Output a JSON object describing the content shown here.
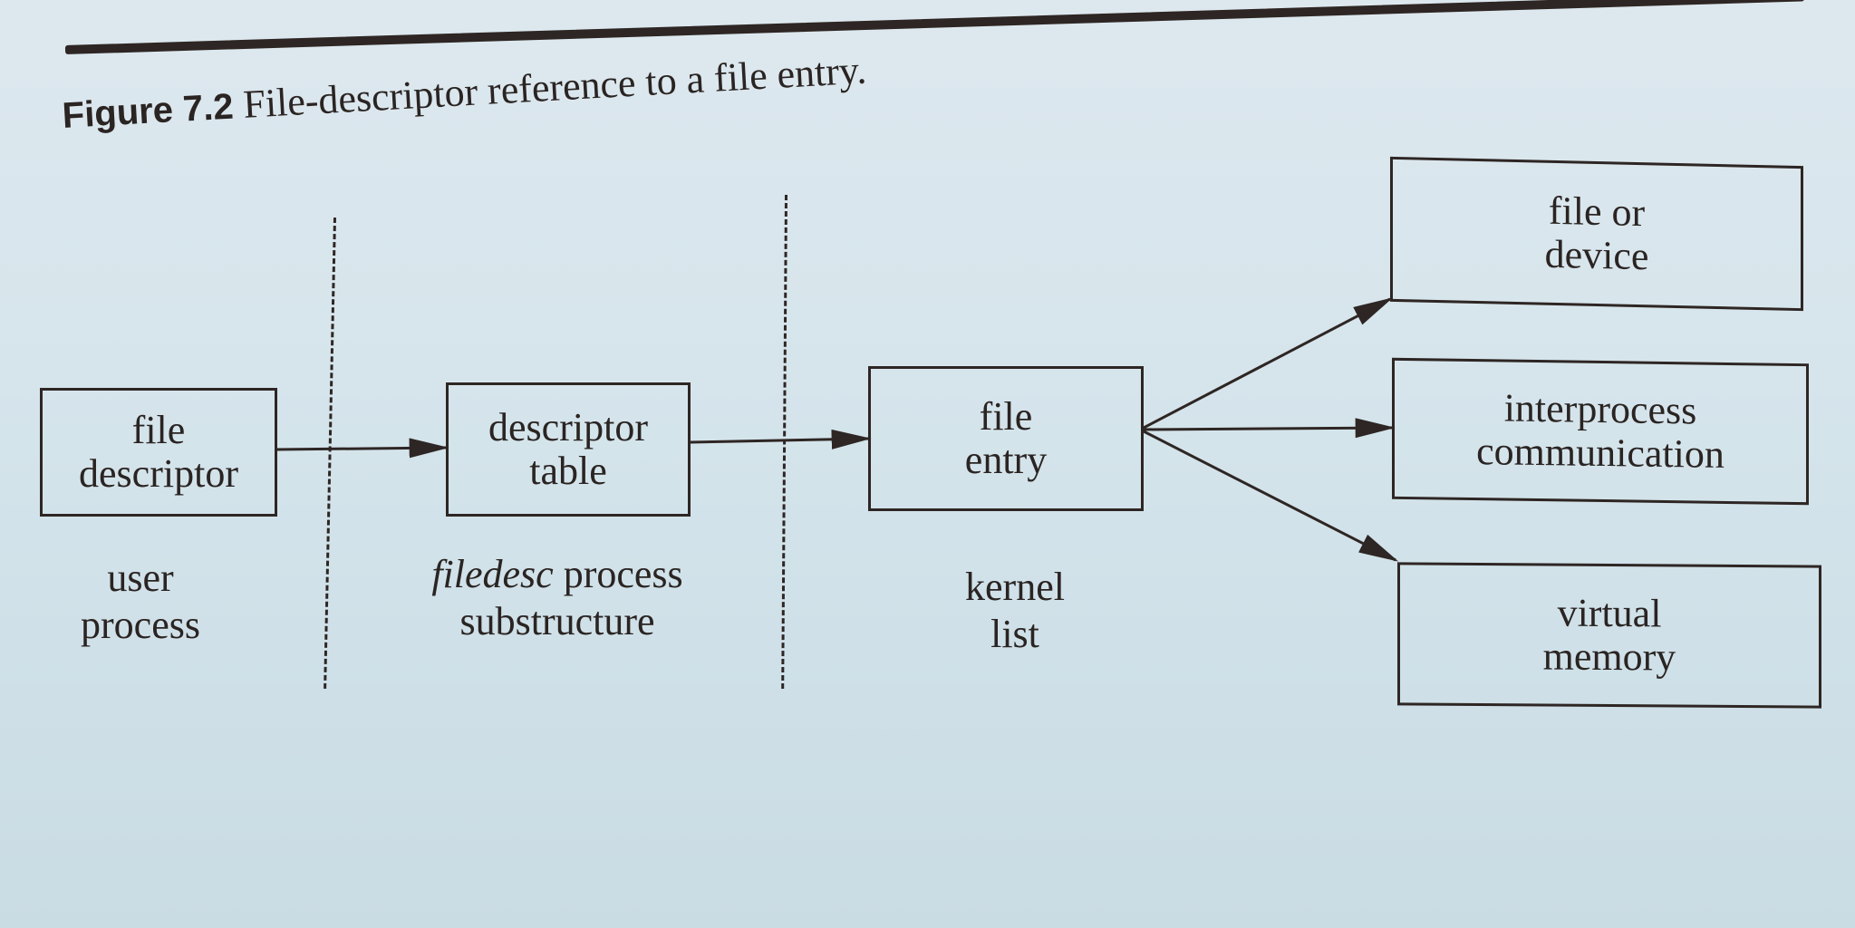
{
  "figure": {
    "label": "Figure 7.2",
    "title": "File-descriptor reference to a file entry."
  },
  "nodes": {
    "file_descriptor": {
      "line1": "file",
      "line2": "descriptor"
    },
    "descriptor_table": {
      "line1": "descriptor",
      "line2": "table"
    },
    "file_entry": {
      "line1": "file",
      "line2": "entry"
    },
    "file_or_device": {
      "line1": "file or",
      "line2": "device"
    },
    "interprocess": {
      "line1": "interprocess",
      "line2": "communication"
    },
    "virtual_memory": {
      "line1": "virtual",
      "line2": "memory"
    }
  },
  "regions": {
    "user_process": {
      "line1": "user",
      "line2": "process"
    },
    "filedesc": {
      "italic": "filedesc",
      "rest": " process",
      "line2": "substructure"
    },
    "kernel_list": {
      "line1": "kernel",
      "line2": "list"
    }
  },
  "edges": [
    {
      "from": "file_descriptor",
      "to": "descriptor_table"
    },
    {
      "from": "descriptor_table",
      "to": "file_entry"
    },
    {
      "from": "file_entry",
      "to": "file_or_device"
    },
    {
      "from": "file_entry",
      "to": "interprocess"
    },
    {
      "from": "file_entry",
      "to": "virtual_memory"
    }
  ]
}
